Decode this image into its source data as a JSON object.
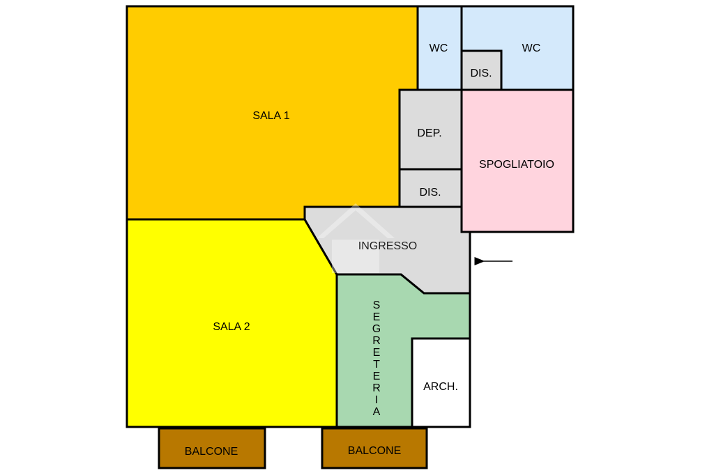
{
  "rooms": {
    "sala1": {
      "label": "SALA 1",
      "color": "#ffcc00"
    },
    "sala2": {
      "label": "SALA 2",
      "color": "#ffff00"
    },
    "wc_left": {
      "label": "WC",
      "color": "#d4e9fb"
    },
    "wc_right": {
      "label": "WC",
      "color": "#d4e9fb"
    },
    "dis_top": {
      "label": "DIS.",
      "color": "#dcdcdc"
    },
    "dep": {
      "label": "DEP.",
      "color": "#dcdcdc"
    },
    "dis_mid": {
      "label": "DIS.",
      "color": "#dcdcdc"
    },
    "spogliatoio": {
      "label": "SPOGLIATOIO",
      "color": "#ffd4de"
    },
    "ingresso": {
      "label": "INGRESSO",
      "color": "#dcdcdc"
    },
    "segreteria": {
      "label": "SEGRETERIA",
      "letters": [
        "S",
        "E",
        "G",
        "R",
        "E",
        "T",
        "E",
        "R",
        "I",
        "A"
      ],
      "color": "#a8d8b0"
    },
    "archivio": {
      "label": "ARCH.",
      "color": "#ffffff"
    },
    "balcone_left": {
      "label": "BALCONE",
      "color": "#b87800"
    },
    "balcone_right": {
      "label": "BALCONE",
      "color": "#b87800"
    }
  },
  "entrance_arrow_icon": "left-arrow-icon"
}
